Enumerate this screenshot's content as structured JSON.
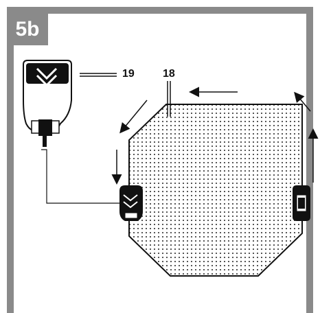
{
  "figure": {
    "badge": "5b",
    "callouts": {
      "charging_station": "19",
      "boundary_wire": "18"
    }
  },
  "colors": {
    "frame_gray": "#8a8a8a",
    "line_black": "#111111",
    "dot_gray": "#444444"
  },
  "icons": [
    "charging-station-icon",
    "robot-mower-icon",
    "direction-arrow-icon"
  ]
}
